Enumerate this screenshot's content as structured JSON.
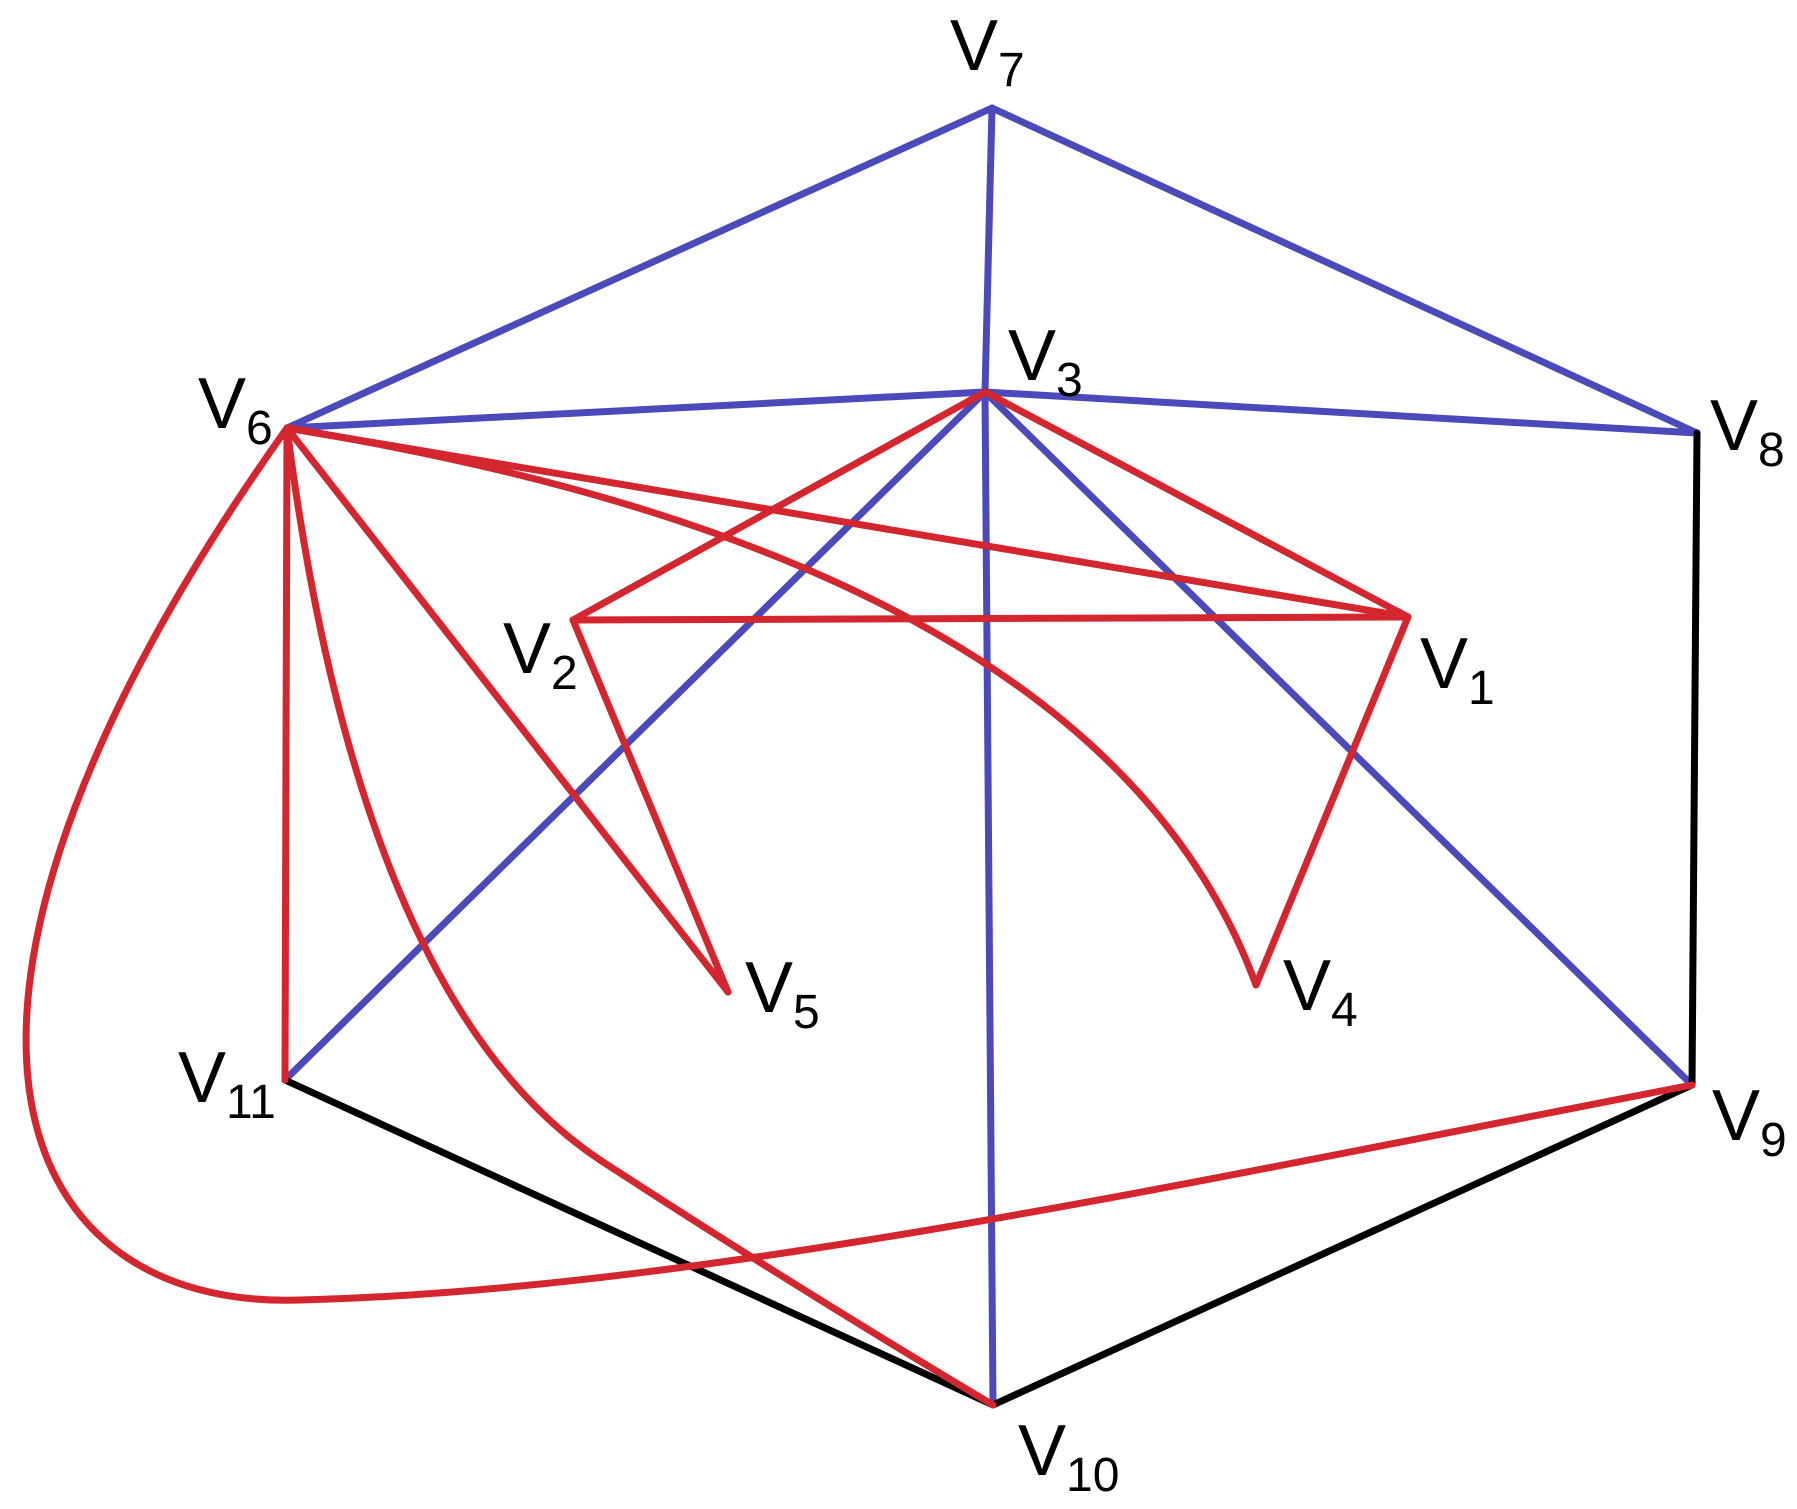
{
  "colors": {
    "blue": "#4a4aba",
    "red": "#d4262e",
    "black": "#000000"
  },
  "vertices": [
    {
      "id": "v1",
      "letter": "V",
      "sub": "1"
    },
    {
      "id": "v2",
      "letter": "V",
      "sub": "2"
    },
    {
      "id": "v3",
      "letter": "V",
      "sub": "3"
    },
    {
      "id": "v4",
      "letter": "V",
      "sub": "4"
    },
    {
      "id": "v5",
      "letter": "V",
      "sub": "5"
    },
    {
      "id": "v6",
      "letter": "V",
      "sub": "6"
    },
    {
      "id": "v7",
      "letter": "V",
      "sub": "7"
    },
    {
      "id": "v8",
      "letter": "V",
      "sub": "8"
    },
    {
      "id": "v9",
      "letter": "V",
      "sub": "9"
    },
    {
      "id": "v10",
      "letter": "V",
      "sub": "10"
    },
    {
      "id": "v11",
      "letter": "V",
      "sub": "11"
    }
  ],
  "edges": [
    {
      "from": "v7",
      "to": "v6",
      "color": "blue"
    },
    {
      "from": "v7",
      "to": "v8",
      "color": "blue"
    },
    {
      "from": "v7",
      "to": "v3",
      "color": "blue"
    },
    {
      "from": "v6",
      "to": "v3",
      "color": "blue"
    },
    {
      "from": "v3",
      "to": "v8",
      "color": "blue"
    },
    {
      "from": "v3",
      "to": "v11",
      "color": "blue"
    },
    {
      "from": "v3",
      "to": "v9",
      "color": "blue"
    },
    {
      "from": "v3",
      "to": "v10",
      "color": "blue"
    },
    {
      "from": "v8",
      "to": "v9",
      "color": "black"
    },
    {
      "from": "v11",
      "to": "v10",
      "color": "black"
    },
    {
      "from": "v10",
      "to": "v9",
      "color": "black"
    },
    {
      "from": "v6",
      "to": "v1",
      "color": "red"
    },
    {
      "from": "v6",
      "to": "v4",
      "color": "red"
    },
    {
      "from": "v6",
      "to": "v5",
      "color": "red"
    },
    {
      "from": "v6",
      "to": "v11",
      "color": "red"
    },
    {
      "from": "v6",
      "to": "v10",
      "color": "red"
    },
    {
      "from": "v6",
      "to": "v9",
      "color": "red"
    },
    {
      "from": "v3",
      "to": "v2",
      "color": "red"
    },
    {
      "from": "v3",
      "to": "v1",
      "color": "red"
    },
    {
      "from": "v2",
      "to": "v1",
      "color": "red"
    },
    {
      "from": "v2",
      "to": "v5",
      "color": "red"
    },
    {
      "from": "v1",
      "to": "v4",
      "color": "red"
    }
  ]
}
